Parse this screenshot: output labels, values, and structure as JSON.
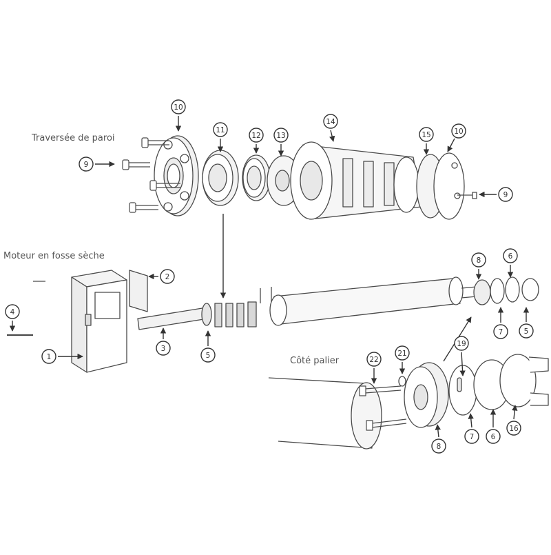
{
  "labels": {
    "wall": "Traversée de paroi",
    "motor": "Moteur en fosse sèche",
    "bearing": "Côté palier"
  },
  "callouts": [
    "10",
    "9",
    "11",
    "12",
    "13",
    "14",
    "15",
    "10",
    "9",
    "2",
    "4",
    "1",
    "3",
    "5",
    "8",
    "6",
    "7",
    "5",
    "22",
    "21",
    "19",
    "8",
    "7",
    "6",
    "16"
  ],
  "colors": {
    "line": "#4a4a4a",
    "callout": "#333333",
    "fill": "#ffffff",
    "shade": "#e9e9e9",
    "dark": "#bdbdbd"
  }
}
